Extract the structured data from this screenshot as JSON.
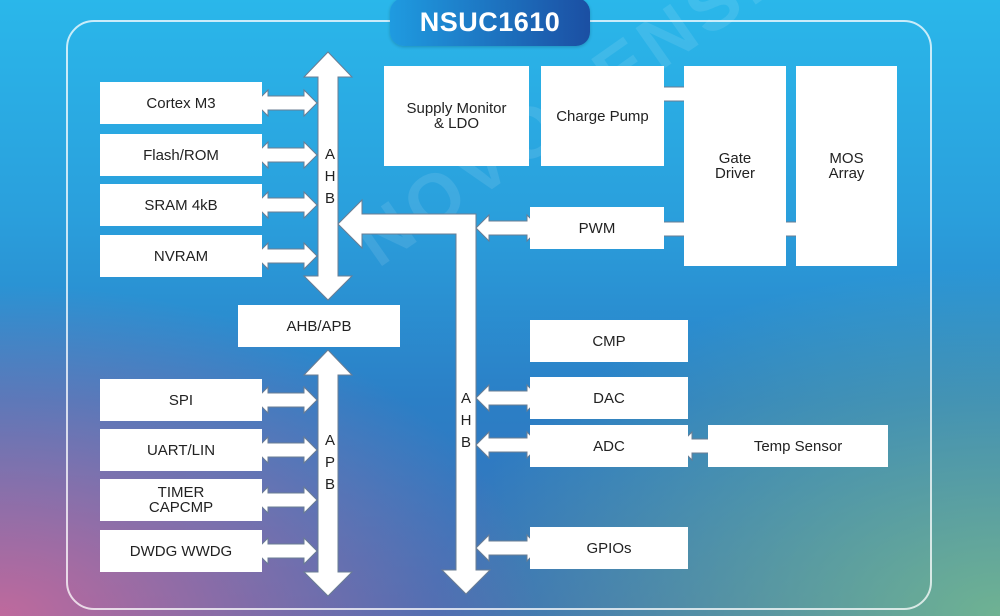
{
  "title": "NSUC1610",
  "watermark": "NOVOSENSE 纳芯微电子",
  "blocks": {
    "cortex": "Cortex M3",
    "flash": "Flash/ROM",
    "sram": "SRAM 4kB",
    "nvram": "NVRAM",
    "ahb_apb": "AHB/APB",
    "spi": "SPI",
    "uart": "UART/LIN",
    "timer_1": "TIMER",
    "timer_2": "CAPCMP",
    "wdg": "DWDG WWDG",
    "supply_1": "Supply Monitor",
    "supply_2": "& LDO",
    "charge_pump": "Charge Pump",
    "gate_1": "Gate",
    "gate_2": "Driver",
    "mos_1": "MOS",
    "mos_2": "Array",
    "pwm": "PWM",
    "cmp": "CMP",
    "dac": "DAC",
    "adc": "ADC",
    "temp": "Temp Sensor",
    "gpios": "GPIOs"
  },
  "buses": {
    "ahb_left": [
      "A",
      "H",
      "B"
    ],
    "apb_left": [
      "A",
      "P",
      "B"
    ],
    "ahb_center": [
      "A",
      "H",
      "B"
    ]
  },
  "colors": {
    "accent": "#1b4fa3",
    "bus_fill": "#ffffff",
    "bus_stroke": "#5a6e86"
  }
}
